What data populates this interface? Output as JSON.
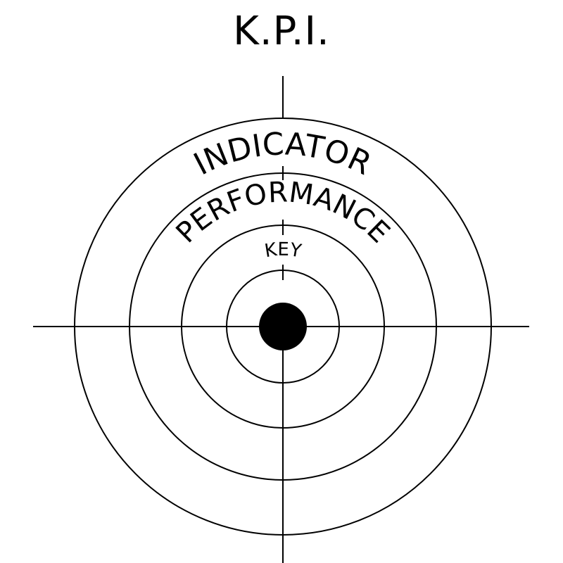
{
  "title": "K.P.I.",
  "ring_labels": {
    "outer": "INDICATOR",
    "middle": "PERFORMANCE",
    "inner": "KEY"
  },
  "colors": {
    "stroke": "#000000",
    "bullseye": "#000000",
    "background": "#ffffff"
  }
}
